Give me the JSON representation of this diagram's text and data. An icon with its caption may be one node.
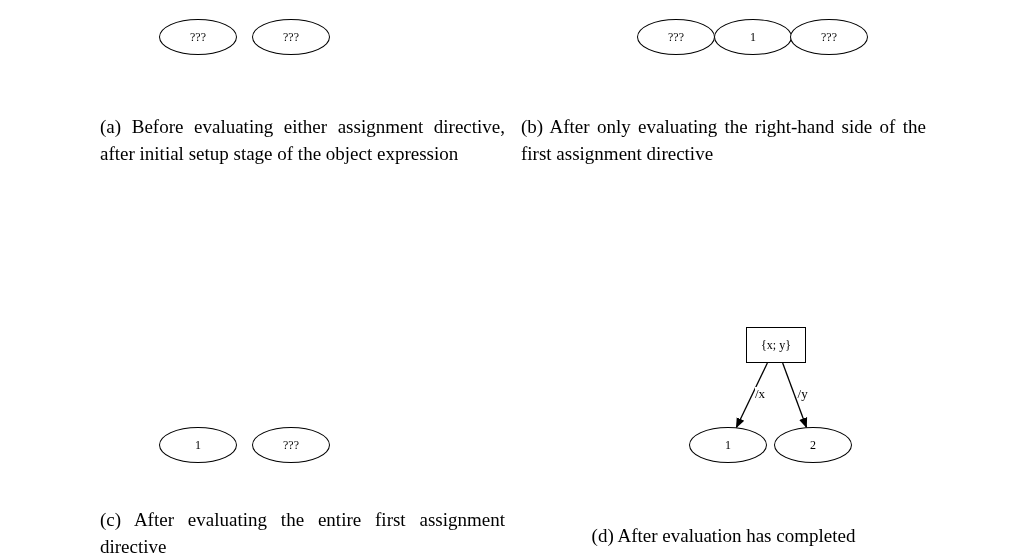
{
  "diagram": {
    "nodes": [
      {
        "text": [
          "???"
        ]
      },
      {
        "text": [
          "???"
        ]
      },
      {
        "text": [
          "???"
        ]
      },
      {
        "text": [
          "1"
        ]
      },
      {
        "text": [
          "???"
        ]
      },
      {
        "text": [
          "1"
        ]
      },
      {
        "text": [
          "???"
        ]
      },
      {
        "text": [
          "{x; y}"
        ]
      },
      {
        "text": [
          "1"
        ]
      },
      {
        "text": [
          "2"
        ]
      }
    ],
    "edges": [
      {
        "from": 7,
        "to": 8,
        "arrow": "to",
        "label": "/x"
      },
      {
        "from": 7,
        "to": 9,
        "arrow": "to",
        "label": "/y"
      }
    ],
    "labels": [
      "(a) Before evaluating either assignment directive, after initial setup stage of the object expression",
      "(b) After only evaluating the right-hand side of the first assignment directive",
      "(c) After evaluating the entire first assignment directive",
      "(d) After evaluation has completed"
    ]
  }
}
